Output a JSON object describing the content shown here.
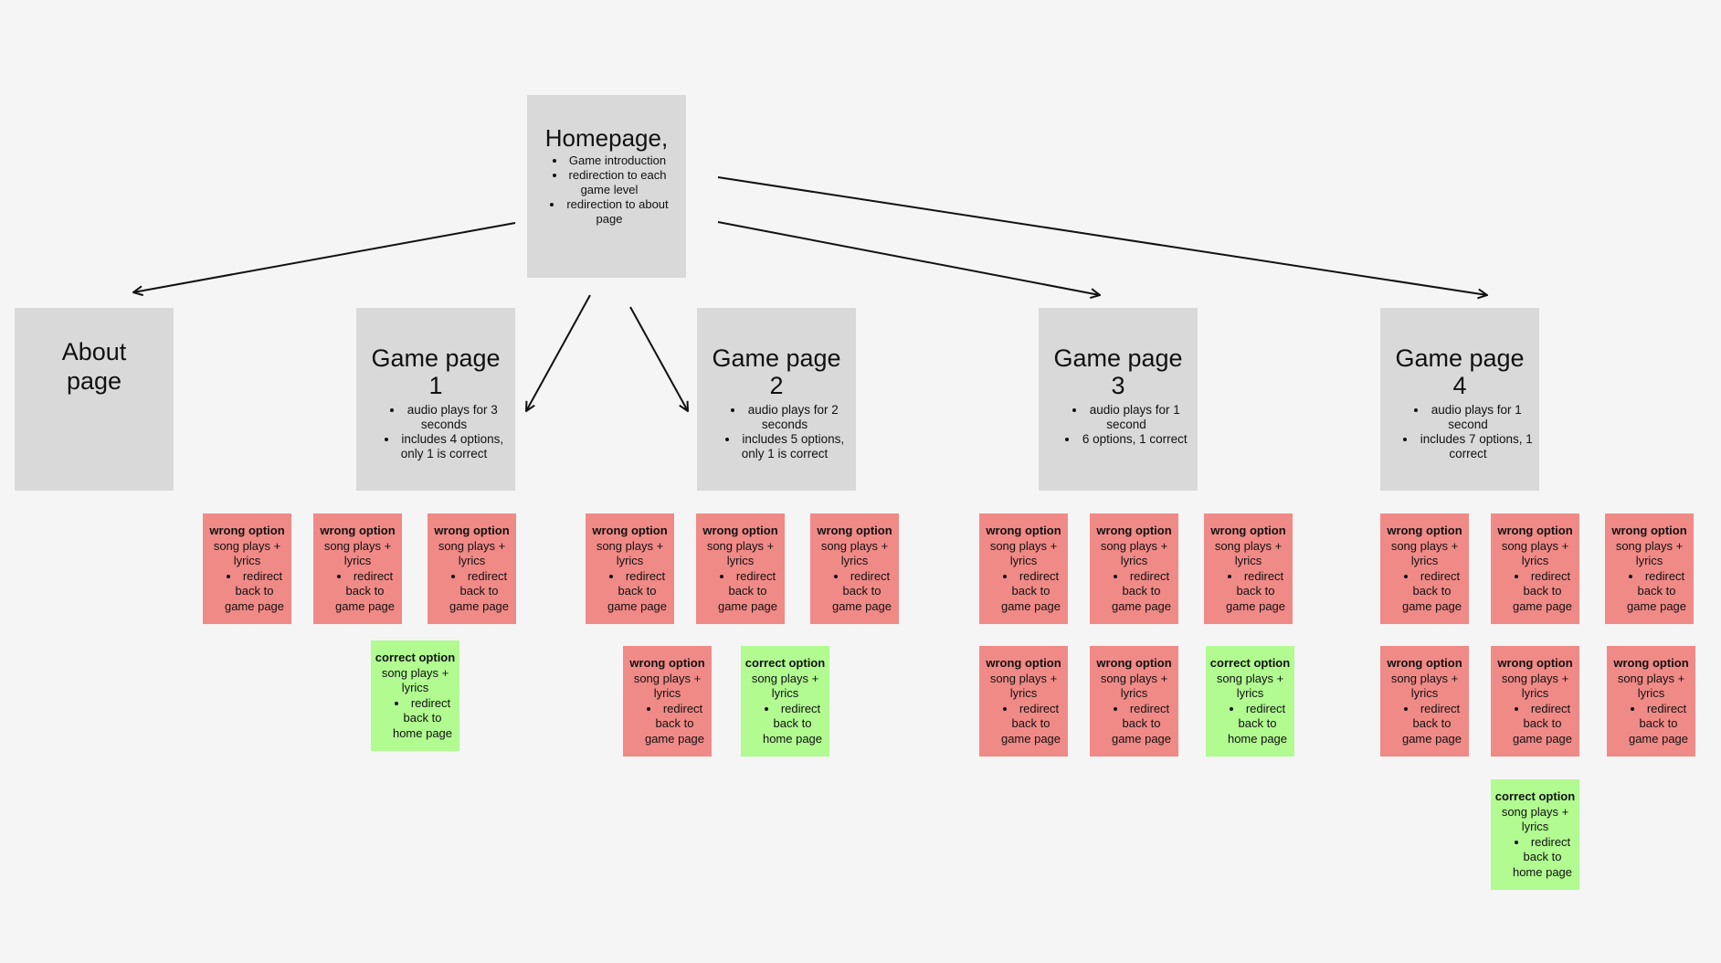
{
  "diagram": {
    "pages": {
      "home": {
        "title": "Homepage,",
        "bullets": [
          "Game introduction",
          "redirection to each game level",
          "redirection to about page"
        ]
      },
      "about": {
        "title": "About page"
      },
      "game1": {
        "title": "Game page 1",
        "bullets": [
          "audio plays for 3 seconds",
          "includes 4 options, only 1 is correct"
        ]
      },
      "game2": {
        "title": "Game page 2",
        "bullets": [
          "audio plays for 2 seconds",
          "includes 5 options, only 1 is correct"
        ]
      },
      "game3": {
        "title": "Game page 3",
        "bullets": [
          "audio plays for 1 second",
          "6 options, 1 correct"
        ]
      },
      "game4": {
        "title": "Game page 4",
        "bullets": [
          "audio plays for 1 second",
          "includes 7 options, 1 correct"
        ]
      }
    },
    "option_cards": {
      "wrong": {
        "title": "wrong option",
        "body": "song plays + lyrics",
        "bullet": "redirect back to game page"
      },
      "correct": {
        "title": "correct option",
        "body": "song plays + lyrics",
        "bullet": "redirect back to home page"
      }
    },
    "connections": [
      {
        "from": "Homepage,",
        "to": "About page"
      },
      {
        "from": "Homepage,",
        "to": "Game page 1"
      },
      {
        "from": "Homepage,",
        "to": "Game page 2"
      },
      {
        "from": "Homepage,",
        "to": "Game page 3"
      },
      {
        "from": "Homepage,",
        "to": "Game page 4"
      }
    ],
    "colors": {
      "background": "#f5f5f5",
      "page_box": "#d9d9d9",
      "wrong_option": "#f08a87",
      "correct_option": "#b1fb91",
      "arrow": "#111111"
    }
  }
}
